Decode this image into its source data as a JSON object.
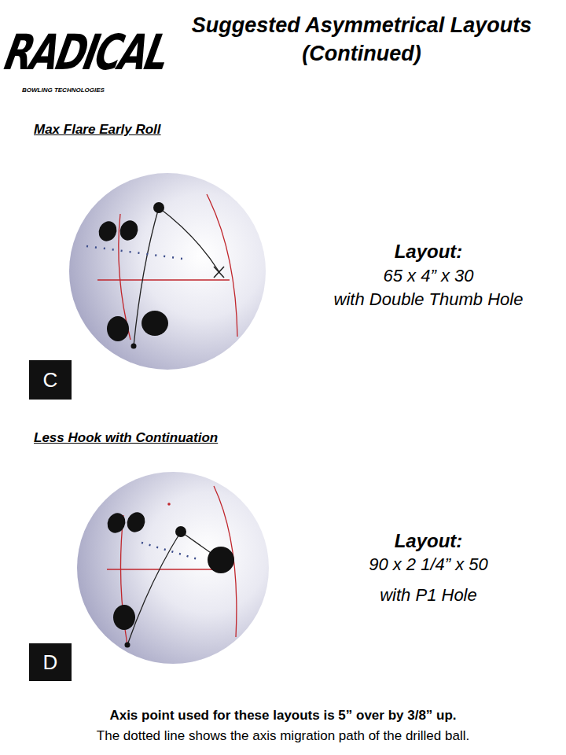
{
  "diagram": {
    "title": "Suggested Asymmetrical Layouts (Continued)",
    "nodes": [
      {
        "text": [
          "C"
        ]
      },
      {
        "text": [
          "D"
        ]
      }
    ],
    "labels": [
      "RADICAL",
      "BOWLING TECHNOLOGIES",
      "Max Flare Early Roll",
      "Layout:",
      "65 x 4” x 30",
      "with Double Thumb Hole",
      "Less Hook with Continuation",
      "Layout:",
      "90 x 2 1/4” x 50",
      "with P1 Hole",
      "Axis point used for these layouts is 5” over by 3/8” up.",
      "The dotted line shows the axis migration path of the drilled ball."
    ]
  }
}
